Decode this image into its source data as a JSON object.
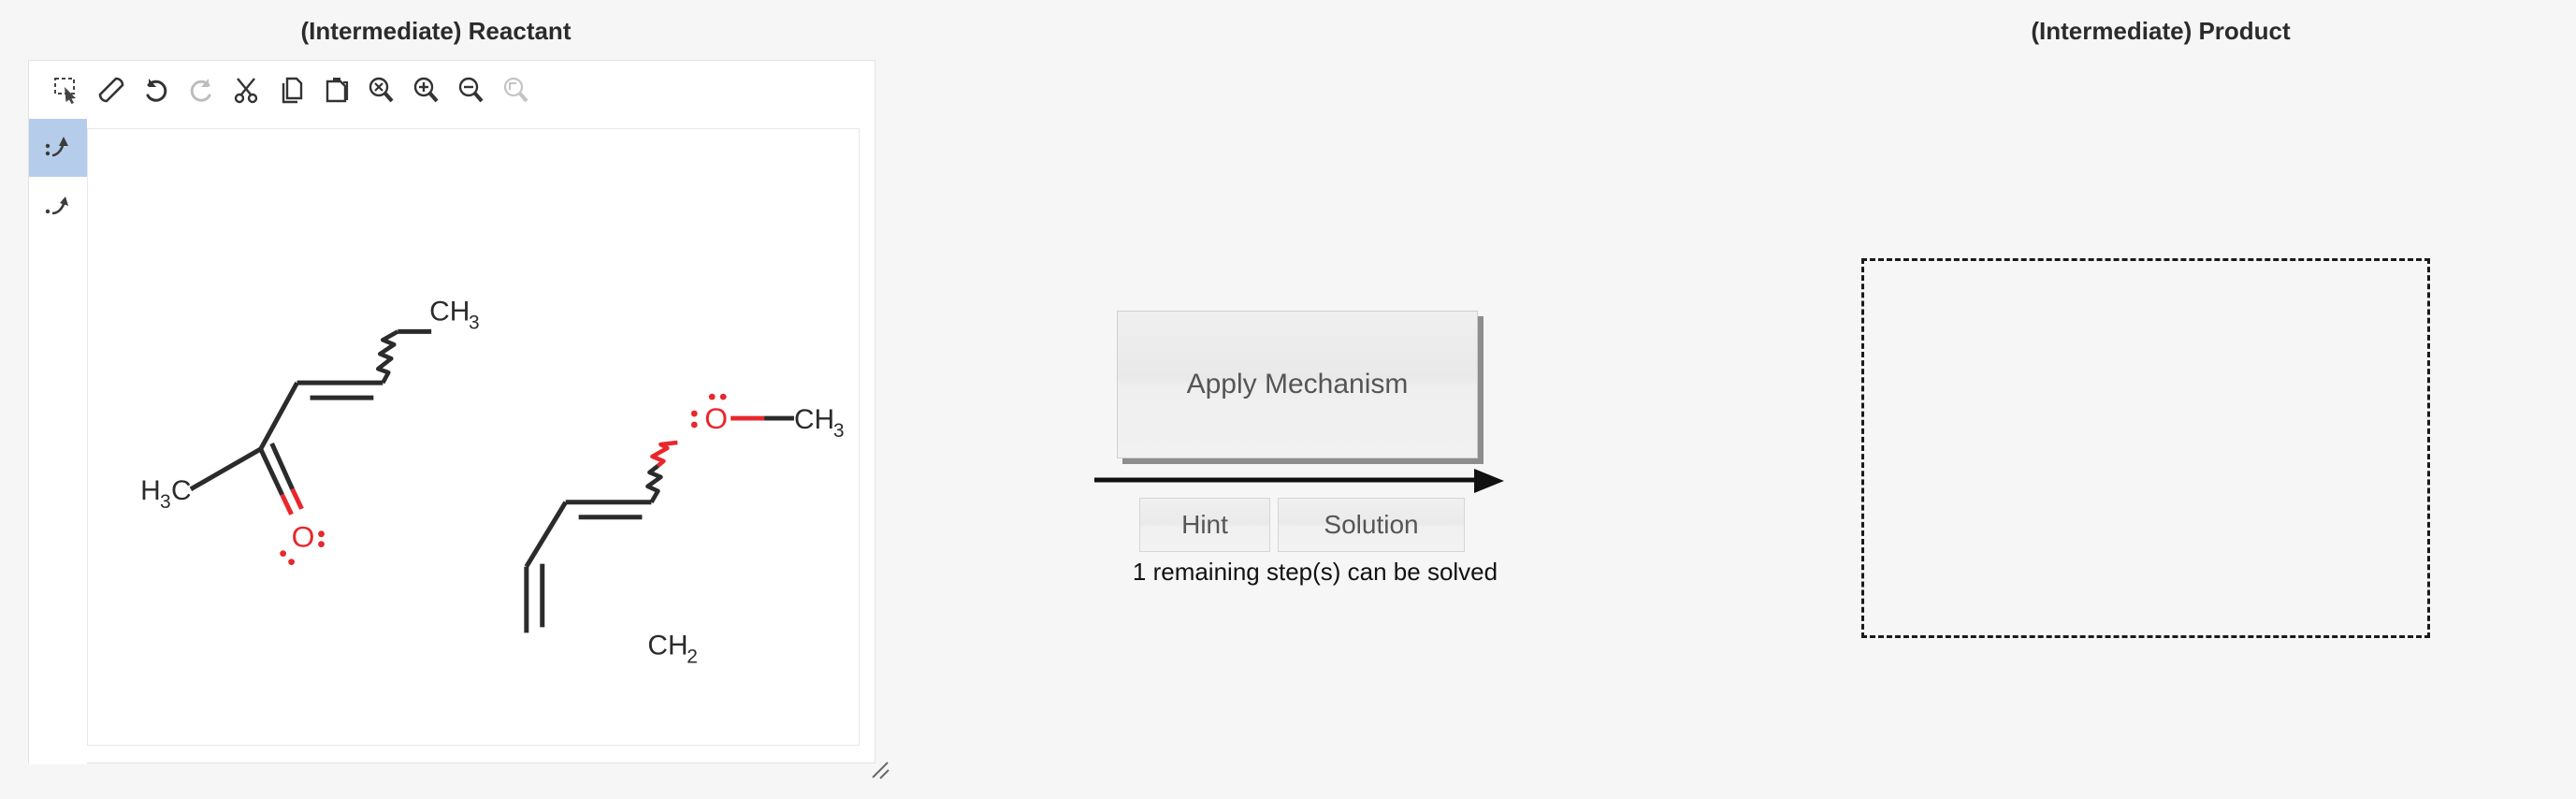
{
  "panels": {
    "reactant_title": "(Intermediate) Reactant",
    "product_title": "(Intermediate) Product"
  },
  "toolbar": {
    "items": [
      {
        "name": "select-icon",
        "label": "Select",
        "enabled": true
      },
      {
        "name": "eraser-icon",
        "label": "Erase",
        "enabled": true
      },
      {
        "name": "undo-icon",
        "label": "Undo",
        "enabled": true
      },
      {
        "name": "redo-icon",
        "label": "Redo",
        "enabled": false
      },
      {
        "name": "cut-icon",
        "label": "Cut",
        "enabled": true
      },
      {
        "name": "copy-icon",
        "label": "Copy",
        "enabled": true
      },
      {
        "name": "paste-icon",
        "label": "Paste",
        "enabled": true
      },
      {
        "name": "zoom-reset-icon",
        "label": "Reset Zoom",
        "enabled": true
      },
      {
        "name": "zoom-in-icon",
        "label": "Zoom In",
        "enabled": true
      },
      {
        "name": "zoom-out-icon",
        "label": "Zoom Out",
        "enabled": true
      },
      {
        "name": "zoom-fit-icon",
        "label": "Zoom To Fit",
        "enabled": false
      }
    ]
  },
  "sidebar": {
    "tools": [
      {
        "name": "electron-pair-arrow-tool",
        "label": "Two-electron curved arrow",
        "selected": true
      },
      {
        "name": "single-electron-arrow-tool",
        "label": "Single-electron fishhook arrow",
        "selected": false
      }
    ]
  },
  "canvas": {
    "molecules": [
      {
        "name": "but-3-en-2-one-methyl",
        "formula": "H3C-CO-CH=CH-CH3",
        "labels": [
          "H",
          "3",
          "C",
          "CH",
          "3",
          "O"
        ],
        "left_label": "H",
        "left_label_sub": "3",
        "left_label_tail": "C",
        "methyl_label": "CH",
        "methyl_label_sub": "3",
        "oxygen_label": "O",
        "oxygen_color": "#e8272c",
        "bond_color": "#2b2b2b"
      },
      {
        "name": "1-methoxy-butadiene",
        "formula": "CH2=CH-CH=CH-O-CH3",
        "terminal_label": "CH",
        "terminal_label_sub": "2",
        "oxygen_label": "O",
        "methoxy_label": "CH",
        "methoxy_label_sub": "3",
        "oxygen_color": "#e8272c",
        "bond_color": "#2b2b2b"
      }
    ]
  },
  "controls": {
    "apply_mechanism_label": "Apply Mechanism",
    "hint_label": "Hint",
    "solution_label": "Solution",
    "status_text": "1 remaining step(s) can be solved"
  },
  "colors": {
    "background": "#f6f6f6",
    "panel": "#ffffff",
    "selected_tool": "#b6cceb",
    "oxygen_red": "#e8272c",
    "bond_black": "#2b2b2b",
    "button_text": "#555555"
  }
}
